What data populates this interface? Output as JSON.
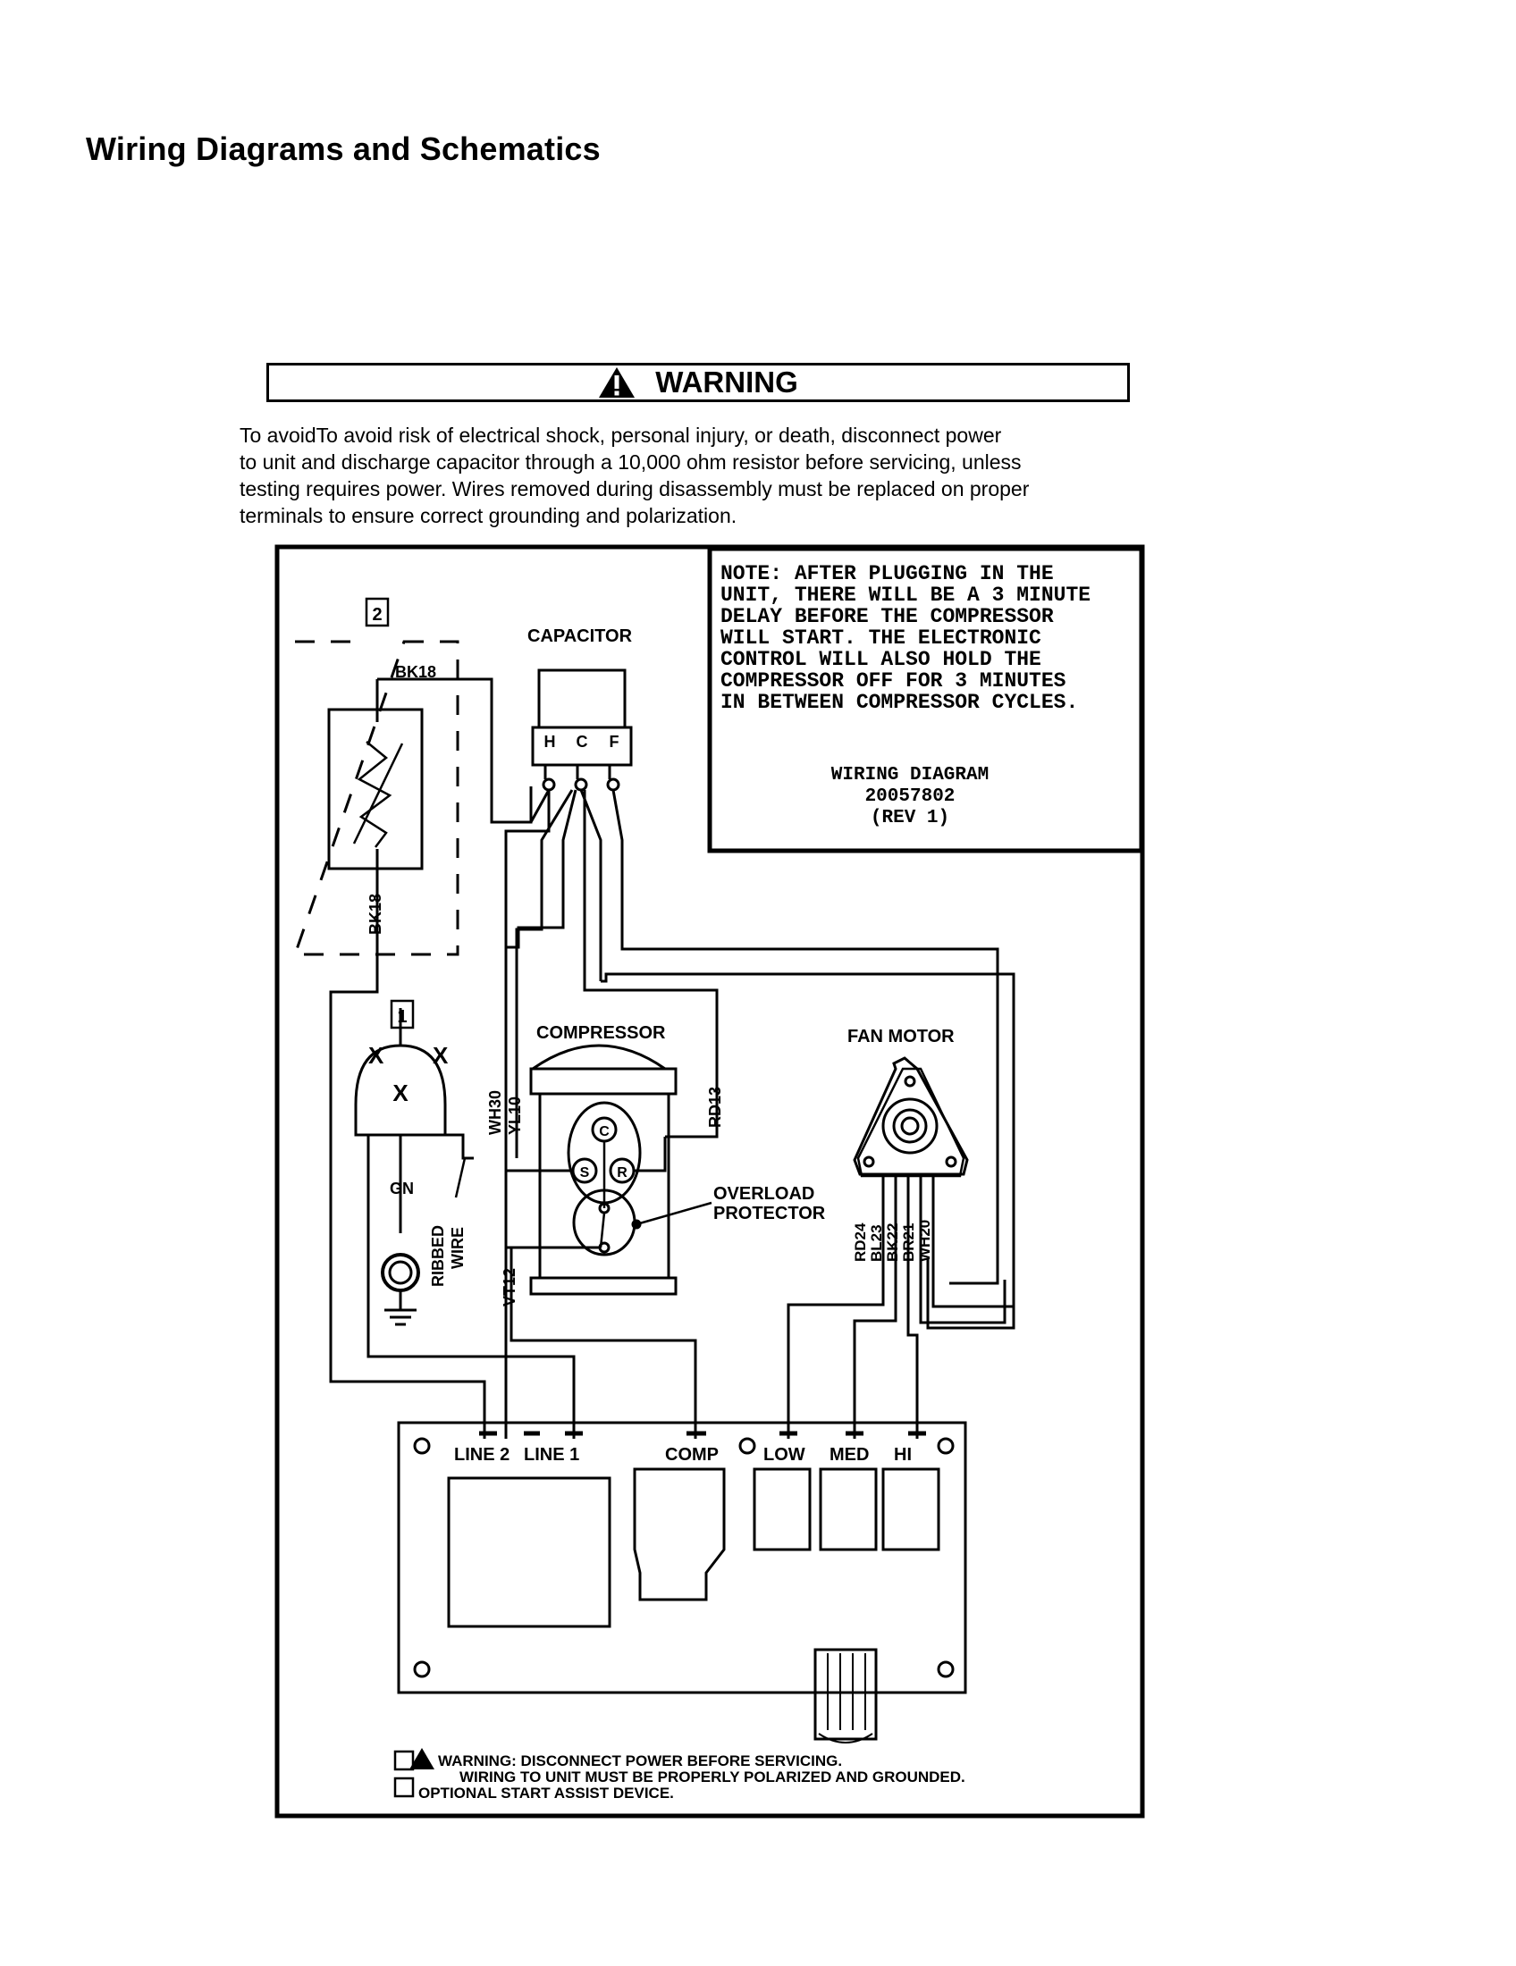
{
  "page": {
    "title": "Wiring Diagrams and Schematics"
  },
  "warning": {
    "heading": "WARNING",
    "text": "To avoidTo avoid risk of electrical shock, personal injury, or death, disconnect power\n to unit and discharge capacitor through a 10,000 ohm resistor before servicing, unless\n testing requires power. Wires removed during disassembly must be replaced on proper\n terminals to ensure correct grounding and polarization."
  },
  "diagram": {
    "note_lines": [
      "NOTE:  AFTER PLUGGING IN THE",
      "UNIT, THERE WILL BE A 3 MINUTE",
      "DELAY BEFORE THE COMPRESSOR",
      "WILL START.  THE ELECTRONIC",
      "CONTROL WILL ALSO HOLD THE",
      "COMPRESSOR OFF FOR 3 MINUTES",
      " IN BETWEEN COMPRESSOR CYCLES."
    ],
    "diagram_label": "WIRING DIAGRAM",
    "diagram_number": "20057802",
    "diagram_rev": "(REV 1)",
    "capacitor_label": "CAPACITOR",
    "capacitor_terminals": [
      "H",
      "C",
      "F"
    ],
    "compressor_label": "COMPRESSOR",
    "compressor_terminals": [
      "C",
      "S",
      "R"
    ],
    "overload_label_1": "OVERLOAD",
    "overload_label_2": "PROTECTOR",
    "fan_motor_label": "FAN MOTOR",
    "ref_marker_1": "1",
    "ref_marker_2": "2",
    "wires": {
      "bk18_top": "BK18",
      "bk18_side": "BK18",
      "wh30": "WH30",
      "yl10": "YL10",
      "rd13": "RD13",
      "vt12": "VT12",
      "gn": "GN",
      "ribbed_1": "RIBBED",
      "ribbed_2": "WIRE",
      "fan_wires": [
        "RD24",
        "BL23",
        "BK22",
        "BR21",
        "WH20"
      ]
    },
    "board_terminals": {
      "line2": "LINE 2",
      "line1": "LINE 1",
      "comp": "COMP",
      "low": "LOW",
      "med": "MED",
      "hi": "HI"
    },
    "footnote_1a": "WARNING:  DISCONNECT POWER BEFORE SERVICING.",
    "footnote_1b": "WIRING TO UNIT MUST BE PROPERLY POLARIZED AND GROUNDED.",
    "footnote_2": "OPTIONAL START ASSIST DEVICE."
  }
}
